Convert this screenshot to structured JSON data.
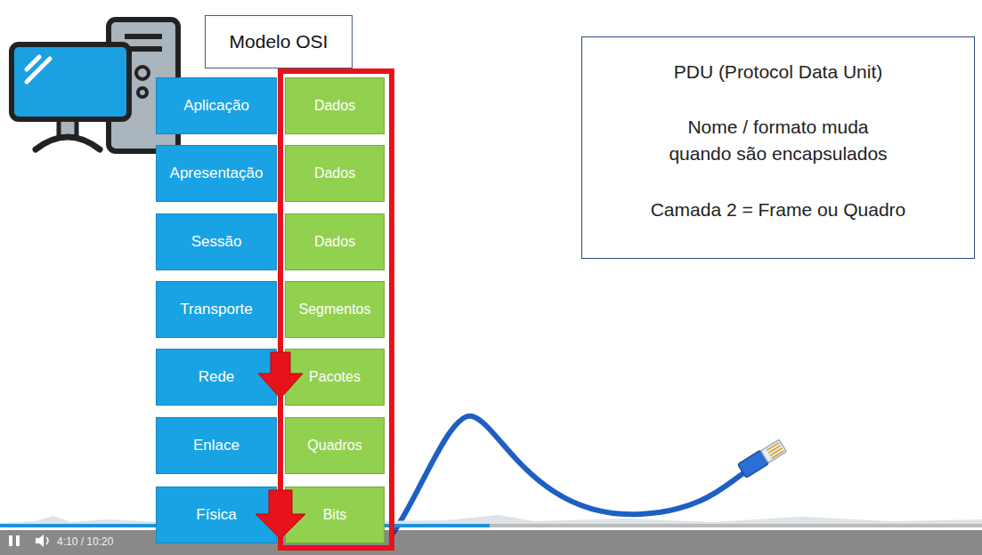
{
  "diagram": {
    "nodes": [
      {
        "text": [
          "Modelo OSI"
        ]
      },
      {
        "text": [
          "Aplicação"
        ]
      },
      {
        "text": [
          "Dados"
        ]
      },
      {
        "text": [
          "Apresentação"
        ]
      },
      {
        "text": [
          "Dados"
        ]
      },
      {
        "text": [
          "Sessão"
        ]
      },
      {
        "text": [
          "Dados"
        ]
      },
      {
        "text": [
          "Transporte"
        ]
      },
      {
        "text": [
          "Segmentos"
        ]
      },
      {
        "text": [
          "Rede"
        ]
      },
      {
        "text": [
          "Pacotes"
        ]
      },
      {
        "text": [
          "Enlace"
        ]
      },
      {
        "text": [
          "Quadros"
        ]
      },
      {
        "text": [
          "Física"
        ]
      },
      {
        "text": [
          "Bits"
        ]
      },
      {
        "text": [
          "PDU (Protocol Data Unit)",
          "Nome / formato muda quando são encapsulados",
          "Camada 2 = Frame ou Quadro"
        ]
      }
    ],
    "labels": [
      "4:10 / 10:20"
    ]
  }
}
